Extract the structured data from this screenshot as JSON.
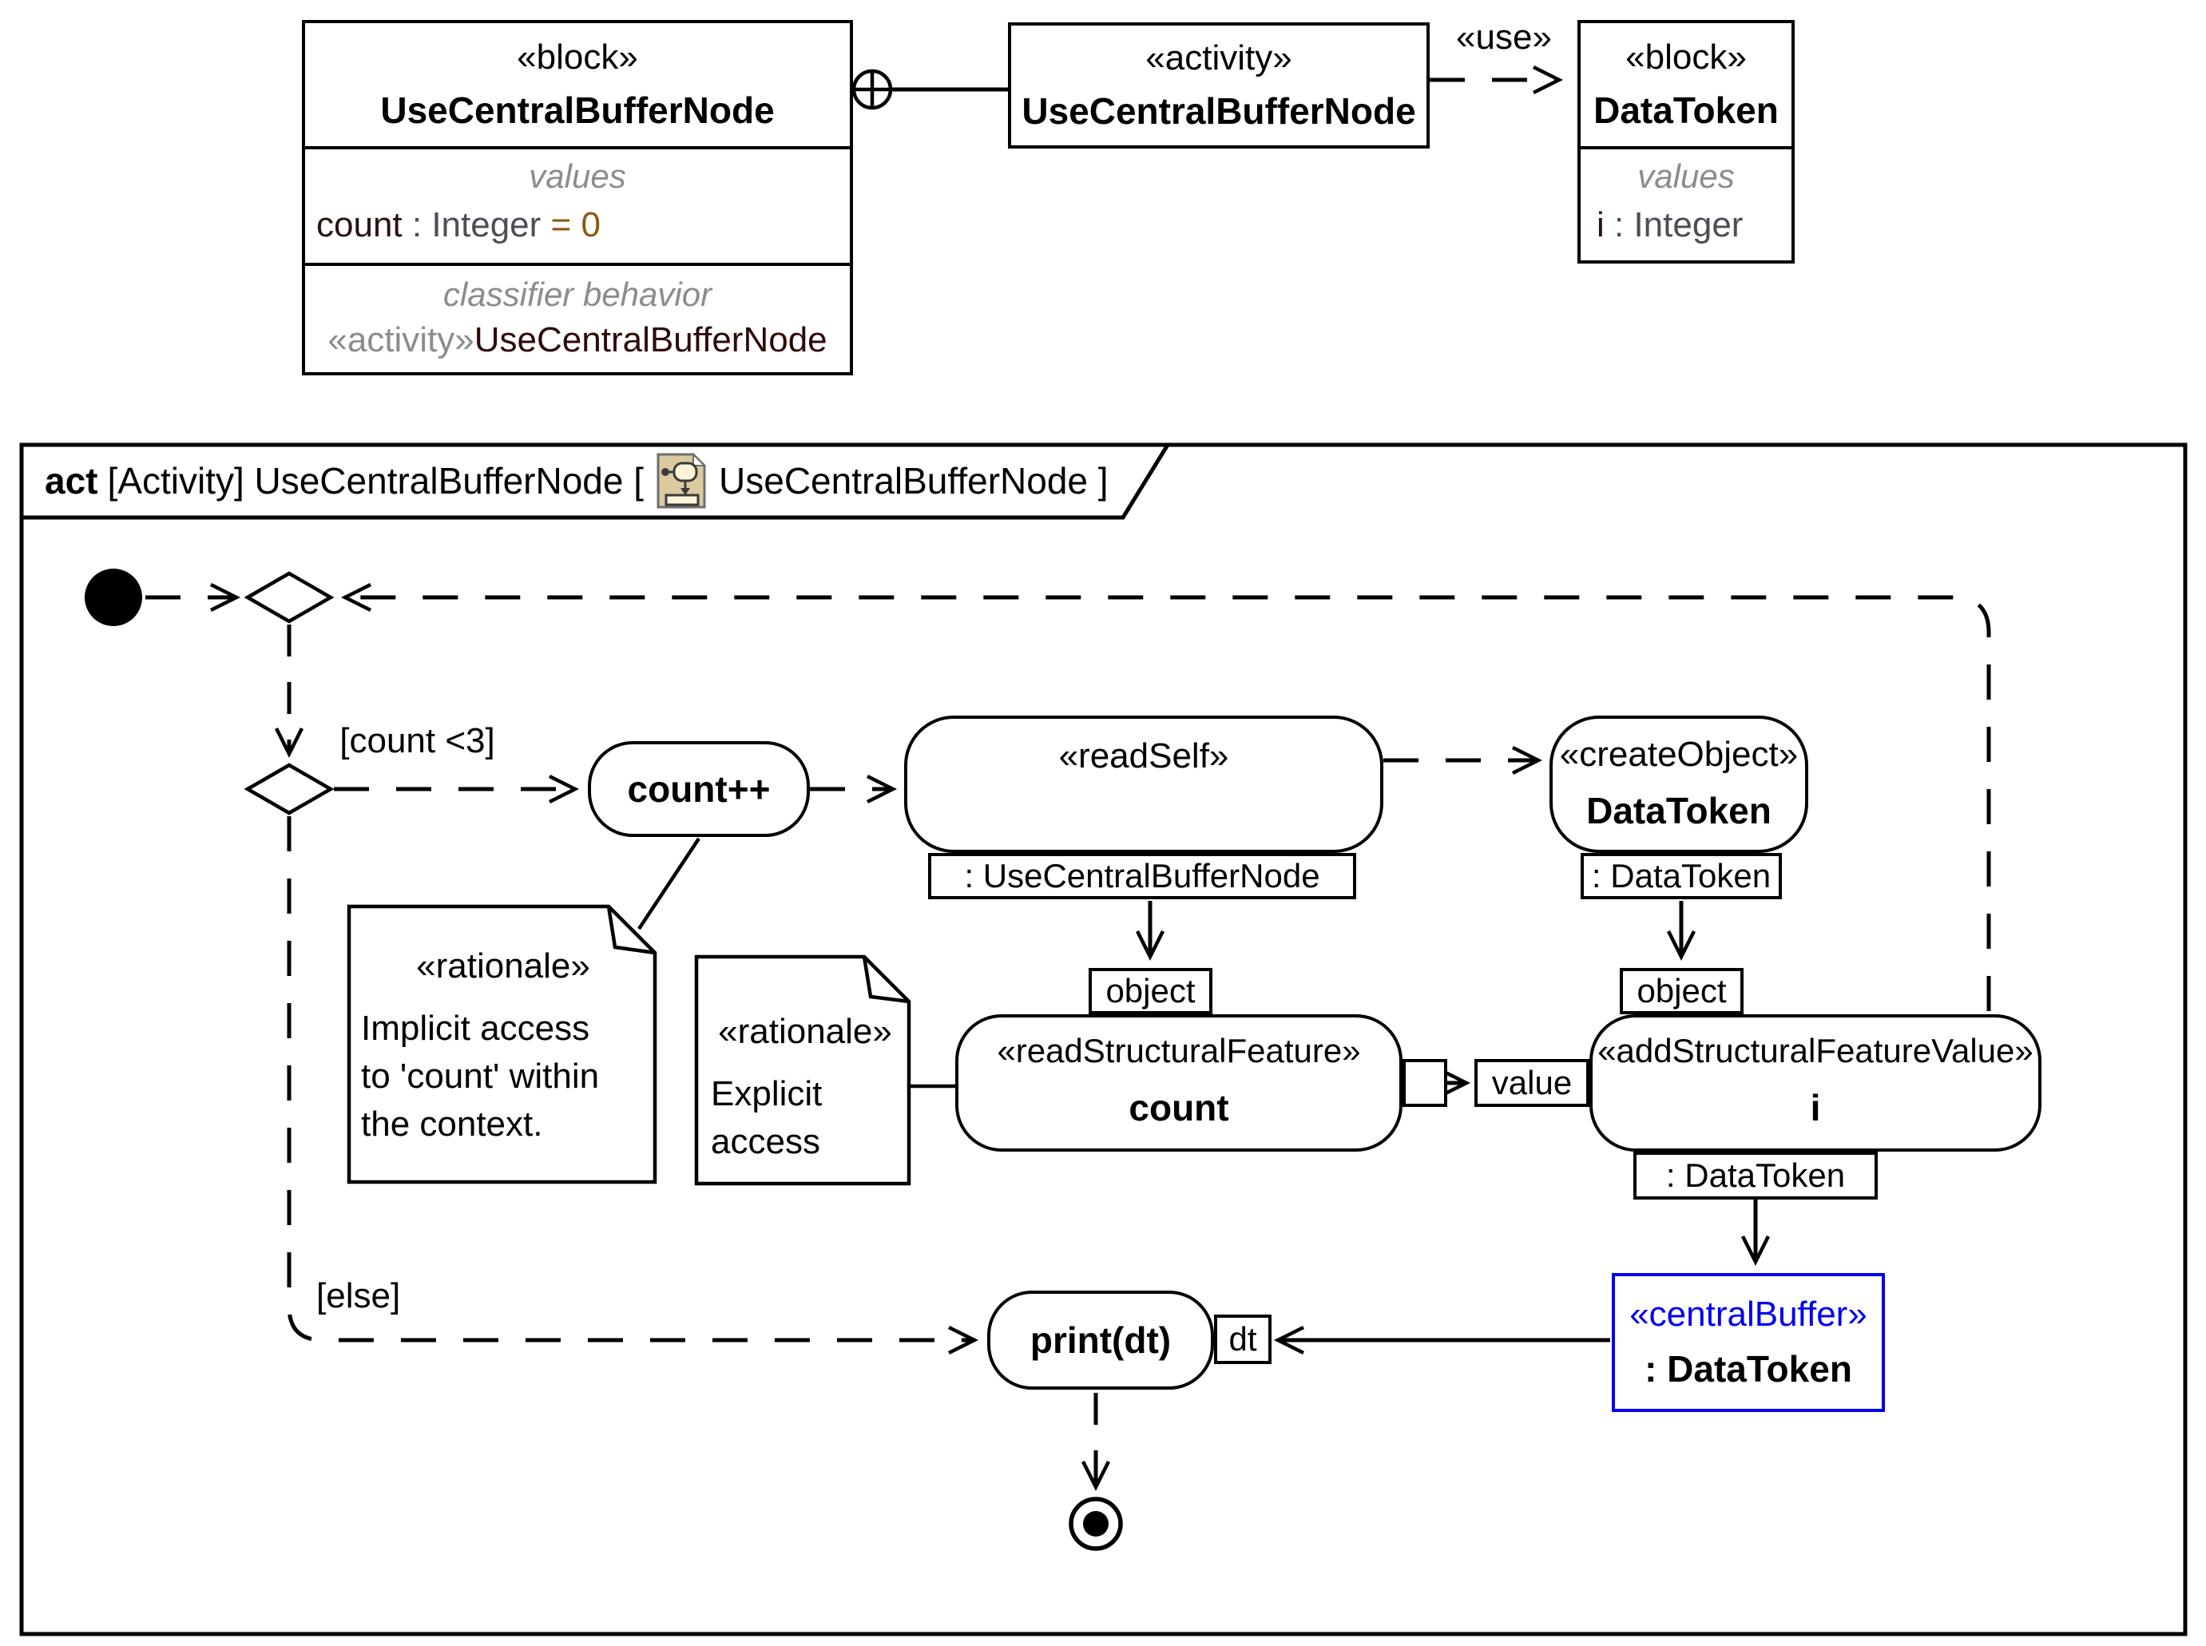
{
  "colors": {
    "node_blue": "#0000ee",
    "default_value_brown": "#8a5a10",
    "muted_gray": "#8c8c8c",
    "type_gray": "#4d4d55",
    "behavior_name_maroon": "#2d0a08",
    "header_icon_beige": "#dbc99f"
  },
  "top": {
    "block1": {
      "stereotype": "«block»",
      "name": "UseCentralBufferNode",
      "values_label": "values",
      "slot_name": "count",
      "slot_type": " : Integer",
      "slot_default": " = 0",
      "behavior_label": "classifier behavior",
      "behavior_stereotype": "«activity»",
      "behavior_name": "UseCentralBufferNode"
    },
    "activity": {
      "stereotype": "«activity»",
      "name": "UseCentralBufferNode"
    },
    "use_label": "«use»",
    "block2": {
      "stereotype": "«block»",
      "name": "DataToken",
      "values_label": "values",
      "slot_name": "i",
      "slot_type": " : Integer"
    }
  },
  "frame": {
    "keyword": "act",
    "title_mid": "[Activity] UseCentralBufferNode [",
    "title_end": "UseCentralBufferNode ]"
  },
  "nodes": {
    "count_increment": {
      "name": "count++"
    },
    "read_self": {
      "stereotype": "«readSelf»",
      "result_pin": ": UseCentralBufferNode"
    },
    "create_object": {
      "stereotype": "«createObject»",
      "name": "DataToken",
      "result_pin": ": DataToken"
    },
    "read_structural_feature": {
      "stereotype": "«readStructuralFeature»",
      "name": "count",
      "object_pin": "object"
    },
    "add_structural_feature_value": {
      "stereotype": "«addStructuralFeatureValue»",
      "name": "i",
      "object_pin": "object",
      "value_pin": "value",
      "result_pin": ": DataToken"
    },
    "central_buffer": {
      "stereotype": "«centralBuffer»",
      "name": ": DataToken"
    },
    "print": {
      "name": "print(dt)",
      "input_pin": "dt"
    }
  },
  "edges": {
    "guard_count": "[count <3]",
    "guard_else": "[else]"
  },
  "notes": {
    "rationale_implicit": {
      "stereotype": "«rationale»",
      "lines": [
        "Implicit access",
        "to 'count' within",
        "the context."
      ]
    },
    "rationale_explicit": {
      "stereotype": "«rationale»",
      "lines": [
        "Explicit",
        "access"
      ]
    }
  }
}
